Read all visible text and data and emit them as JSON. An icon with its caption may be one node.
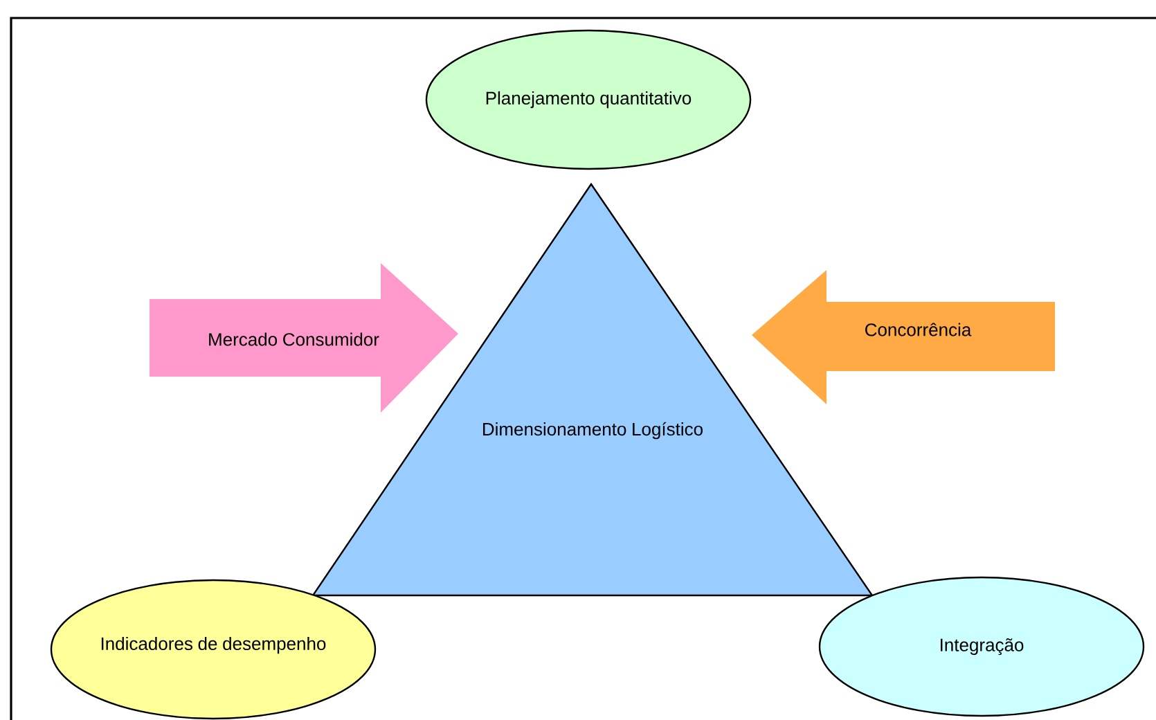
{
  "diagram": {
    "nodes": [
      {
        "text": [
          "Planejamento quantitativo"
        ]
      },
      {
        "text": [
          "Mercado Consumidor"
        ]
      },
      {
        "text": [
          "Concorrência"
        ]
      },
      {
        "text": [
          "Dimensionamento Logístico"
        ]
      },
      {
        "text": [
          "Indicadores de desempenho"
        ]
      },
      {
        "text": [
          "Integração"
        ]
      }
    ]
  }
}
